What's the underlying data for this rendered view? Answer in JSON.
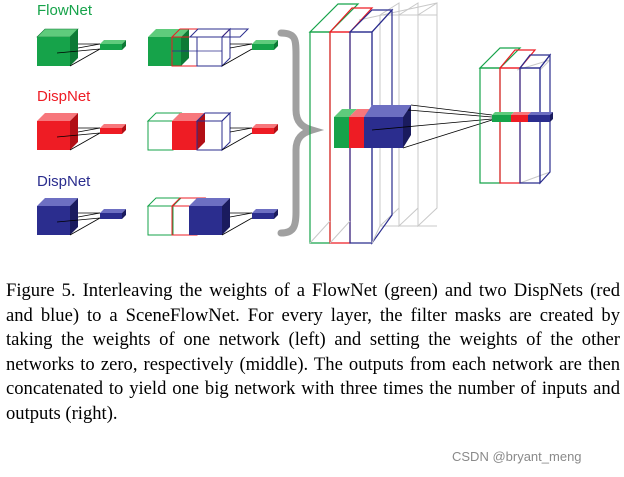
{
  "figure": {
    "labels": {
      "flownet": "FlowNet",
      "dispnet_red": "DispNet",
      "dispnet_blue": "DispNet"
    },
    "colors": {
      "green": "#16a34a",
      "red": "#ee1c24",
      "blue": "#2b2d8e",
      "brace": "#a0a0a0",
      "wire": "#000000"
    }
  },
  "caption": {
    "text": "Figure 5. Interleaving the weights of a FlowNet (green) and two DispNets (red and blue) to a SceneFlowNet. For every layer, the filter masks are created by taking the weights of one network (left) and setting the weights of the other networks to zero, respectively (middle). The outputs from each network are then concatenated to yield one big network with three times the number of inputs and outputs (right)."
  },
  "watermark": "CSDN @bryant_meng"
}
